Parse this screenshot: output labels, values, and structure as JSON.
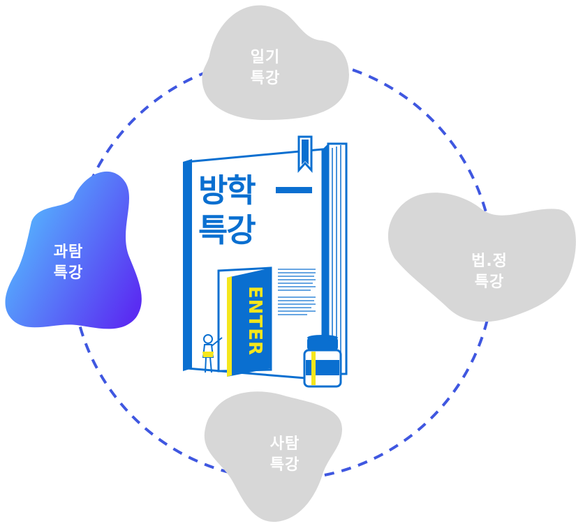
{
  "nodes": [
    {
      "id": "diary",
      "line1": "일기",
      "line2": "특강",
      "active": false
    },
    {
      "id": "law",
      "line1": "법.정",
      "line2": "특강",
      "active": false
    },
    {
      "id": "society",
      "line1": "사탐",
      "line2": "특강",
      "active": false
    },
    {
      "id": "science",
      "line1": "과탐",
      "line2": "특강",
      "active": true
    }
  ],
  "book": {
    "title_line1": "방학",
    "title_line2": "특강",
    "door_label": "ENTER"
  },
  "colors": {
    "ring": "#3f57e0",
    "inactive_blob": "#d7d7d7",
    "active_gradient_start": "#55c5ff",
    "active_gradient_end": "#5a2df2",
    "book_blue": "#0a6fd0",
    "accent_yellow": "#f5e61c"
  }
}
